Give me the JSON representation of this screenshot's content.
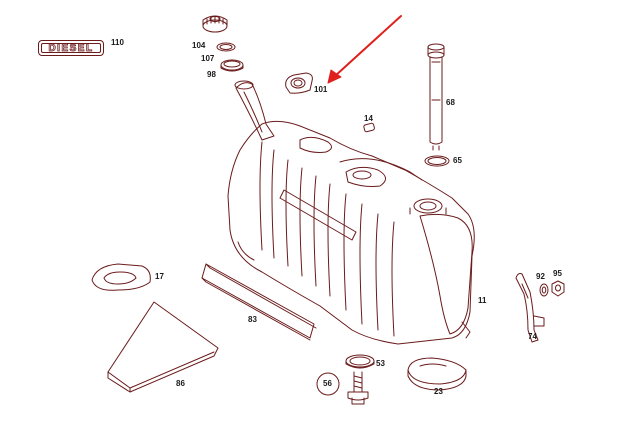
{
  "badge": {
    "text": "DIESEL"
  },
  "callouts": {
    "p110": "110",
    "p104": "104",
    "p107": "107",
    "p98": "98",
    "p101": "101",
    "p14": "14",
    "p68": "68",
    "p65": "65",
    "p17": "17",
    "p83": "83",
    "p86": "86",
    "p11": "11",
    "p92": "92",
    "p95": "95",
    "p74": "74",
    "p53": "53",
    "p56": "56",
    "p23": "23"
  },
  "colors": {
    "line": "#6b1b1b",
    "arrow": "#e0201c",
    "text": "#1a1a1a"
  }
}
